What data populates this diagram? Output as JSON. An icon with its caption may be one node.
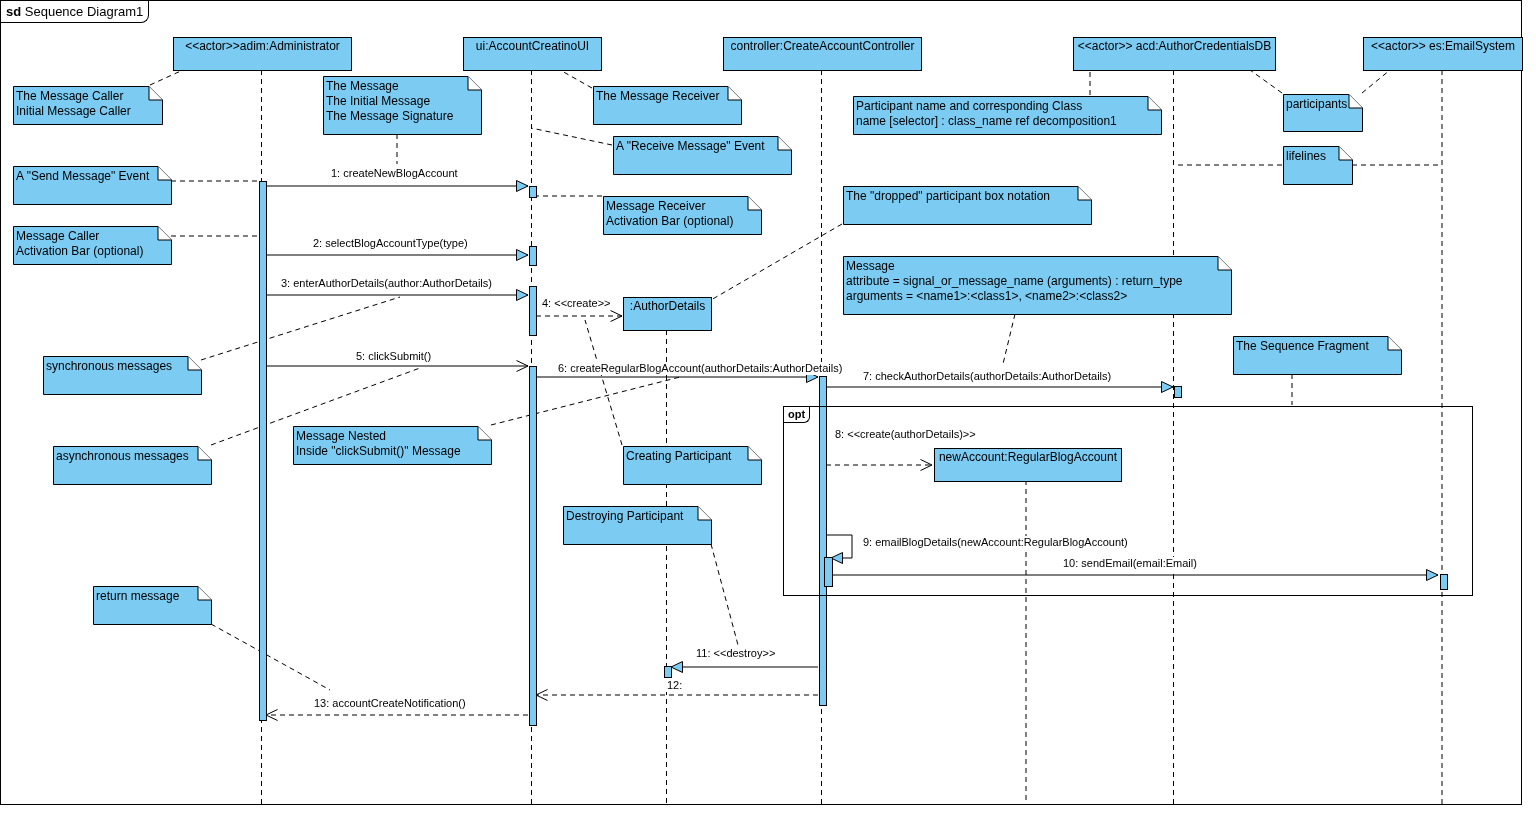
{
  "diagram": {
    "nodes": [
      {
        "text": [
          "**sd** Sequence Diagram1"
        ]
      },
      {
        "text": [
          "<<actor>>adim:Administrator"
        ],
        "in": 0
      },
      {
        "text": [
          "ui:AccountCreatinoUI"
        ],
        "in": 0
      },
      {
        "text": [
          "controller:CreateAccountController"
        ],
        "in": 0
      },
      {
        "text": [
          "<<actor>> acd:AuthorCredentialsDB"
        ],
        "in": 0
      },
      {
        "text": [
          "<<actor>> es:EmailSystem"
        ],
        "in": 0
      },
      {
        "text": [
          "The Message Caller",
          "Initial Message Caller"
        ],
        "in": 0
      },
      {
        "text": [
          "The Message",
          "The Initial Message",
          "The Message Signature"
        ],
        "in": 0
      },
      {
        "text": [
          "The Message Receiver"
        ],
        "in": 0
      },
      {
        "text": [
          "Participant name and corresponding Class",
          "name [selector] : class_name ref decomposition1"
        ],
        "in": 0
      },
      {
        "text": [
          "participants"
        ],
        "in": 0
      },
      {
        "text": [
          "A \"Receive Message\" Event"
        ],
        "in": 0
      },
      {
        "text": [
          "lifelines"
        ],
        "in": 0
      },
      {
        "text": [
          "A \"Send Message\" Event"
        ],
        "in": 0
      },
      {
        "text": [],
        "shape": "bar",
        "in": 0
      },
      {
        "text": [],
        "shape": "bar",
        "in": 0
      },
      {
        "text": [
          "The \"dropped\" participant box notation"
        ],
        "in": 0
      },
      {
        "text": [
          "Message Receiver",
          "Activation Bar (optional)"
        ],
        "in": 0
      },
      {
        "text": [
          "Message Caller",
          "Activation Bar (optional)"
        ],
        "in": 0
      },
      {
        "text": [],
        "shape": "bar",
        "in": 0
      },
      {
        "text": [
          "Message",
          "attribute = signal_or_message_name (arguments) : return_type",
          "arguments = <name1>:<class1>, <name2>:<class2>"
        ],
        "in": 0
      },
      {
        "text": [],
        "shape": "bar",
        "in": 0
      },
      {
        "text": [
          ":AuthorDetails"
        ],
        "in": 0
      },
      {
        "text": [
          "synchronous messages"
        ],
        "in": 0
      },
      {
        "text": [
          "The Sequence Fragment"
        ],
        "in": 0
      },
      {
        "text": [],
        "shape": "bar",
        "in": 0
      },
      {
        "text": [],
        "shape": "bar",
        "in": 0
      },
      {
        "text": [],
        "shape": "bar",
        "in": 0
      },
      {
        "text": [
          "opt"
        ],
        "in": 0
      },
      {
        "text": [
          "asynchronous messages"
        ],
        "in": 0
      },
      {
        "text": [
          "Message Nested",
          "Inside \"clickSubmit()\" Message"
        ],
        "in": 0
      },
      {
        "text": [
          "Creating Participant"
        ],
        "in": 0
      },
      {
        "text": [
          "newAccount:RegularBlogAccount"
        ],
        "in": 28
      },
      {
        "text": [
          "Destroying Participant"
        ],
        "in": 0
      },
      {
        "text": [],
        "shape": "bar",
        "in": 28
      },
      {
        "text": [],
        "shape": "bar",
        "in": 28
      },
      {
        "text": [
          "return message"
        ],
        "in": 0
      },
      {
        "text": [],
        "shape": "bar",
        "in": 0
      }
    ],
    "edges": [
      {
        "from": 14,
        "to": 15,
        "arrow": "to",
        "label": "1: createNewBlogAccount"
      },
      {
        "from": 14,
        "to": 19,
        "arrow": "to",
        "label": "2: selectBlogAccountType(type)"
      },
      {
        "from": 14,
        "to": 21,
        "arrow": "to",
        "label": "3: enterAuthorDetails(author:AuthorDetails)"
      },
      {
        "from": 21,
        "to": 22,
        "arrow": "to",
        "label": "4: <<create>>",
        "style": "dashed"
      },
      {
        "from": 14,
        "to": 25,
        "arrow": "to",
        "label": "5: clickSubmit()"
      },
      {
        "from": 25,
        "to": 26,
        "arrow": "to",
        "label": "6: createRegularBlogAccount(authorDetails:AuthorDetails)"
      },
      {
        "from": 26,
        "to": 27,
        "arrow": "to",
        "label": "7: checkAuthorDetails(authorDetails:AuthorDetails)"
      },
      {
        "from": 26,
        "to": 32,
        "arrow": "to",
        "label": "8: <<create(authorDetails)>>",
        "style": "dashed"
      },
      {
        "from": 26,
        "to": 34,
        "arrow": "to",
        "label": "9: emailBlogDetails(newAccount:RegularBlogAccount)"
      },
      {
        "from": 34,
        "to": 35,
        "arrow": "to",
        "label": "10: sendEmail(email:Email)"
      },
      {
        "from": 26,
        "to": 37,
        "arrow": "to",
        "label": "11: <<destroy>>"
      },
      {
        "from": 26,
        "to": 25,
        "arrow": "to",
        "label": "12:",
        "style": "dashed"
      },
      {
        "from": 25,
        "to": 14,
        "arrow": "to",
        "label": "13: accountCreateNotification()",
        "style": "dashed"
      },
      {
        "from": 6,
        "to": 1,
        "arrow": "none",
        "style": "dashed"
      },
      {
        "from": 7,
        "to": null,
        "arrow": "none",
        "style": "dashed"
      },
      {
        "from": 8,
        "to": 2,
        "arrow": "none",
        "style": "dashed"
      },
      {
        "from": 11,
        "to": null,
        "arrow": "none",
        "style": "dashed"
      },
      {
        "from": 13,
        "to": 14,
        "arrow": "none",
        "style": "dashed"
      },
      {
        "from": 17,
        "to": 15,
        "arrow": "none",
        "style": "dashed"
      },
      {
        "from": 18,
        "to": 14,
        "arrow": "none",
        "style": "dashed"
      },
      {
        "from": 9,
        "to": 4,
        "arrow": "none",
        "style": "dashed"
      },
      {
        "from": 10,
        "to": 4,
        "arrow": "none",
        "style": "dashed"
      },
      {
        "from": 10,
        "to": 5,
        "arrow": "none",
        "style": "dashed"
      },
      {
        "from": 12,
        "to": null,
        "arrow": "none",
        "style": "dashed"
      },
      {
        "from": 12,
        "to": null,
        "arrow": "none",
        "style": "dashed"
      },
      {
        "from": 16,
        "to": 22,
        "arrow": "none",
        "style": "dashed"
      },
      {
        "from": 20,
        "to": null,
        "arrow": "none",
        "style": "dashed"
      },
      {
        "from": 23,
        "to": null,
        "arrow": "none",
        "style": "dashed"
      },
      {
        "from": 29,
        "to": null,
        "arrow": "none",
        "style": "dashed"
      },
      {
        "from": 30,
        "to": null,
        "arrow": "none",
        "style": "dashed"
      },
      {
        "from": 31,
        "to": null,
        "arrow": "none",
        "style": "dashed"
      },
      {
        "from": 33,
        "to": null,
        "arrow": "none",
        "style": "dashed"
      },
      {
        "from": 24,
        "to": 28,
        "arrow": "none",
        "style": "dashed"
      },
      {
        "from": 36,
        "to": null,
        "arrow": "none",
        "style": "dashed"
      }
    ]
  }
}
